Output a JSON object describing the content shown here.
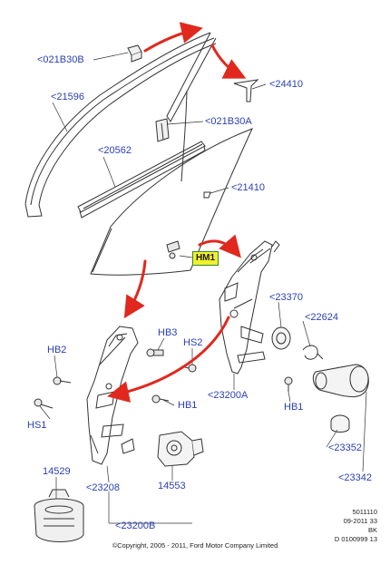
{
  "labels": {
    "l021b30b": "<021B30B",
    "l24410": "<24410",
    "l21596": "<21596",
    "l021b30a": "<021B30A",
    "l20562": "<20562",
    "l21410": "<21410",
    "hm1": "HM1",
    "l23370": "<23370",
    "l22624": "<22624",
    "hb3": "HB3",
    "hs2": "HS2",
    "hb2": "HB2",
    "hb1_left": "HB1",
    "hb1_right": "HB1",
    "hs1": "HS1",
    "l23200a": "<23200A",
    "l23352": "<23352",
    "l14529": "14529",
    "l23208": "<23208",
    "l14553": "14553",
    "l23342": "<23342",
    "l23200b": "<23200B"
  },
  "meta": {
    "line1": "5011110",
    "line2": "09-2011 33",
    "line3": "BK",
    "line4": "D 0100999 13"
  },
  "copyright": "©Copyright, 2005 - 2011, Ford Motor Company Limited",
  "colors": {
    "label": "#2a3fb5",
    "arrow": "#e0281e",
    "highlight": "#f2ef2e",
    "line": "#333333"
  }
}
